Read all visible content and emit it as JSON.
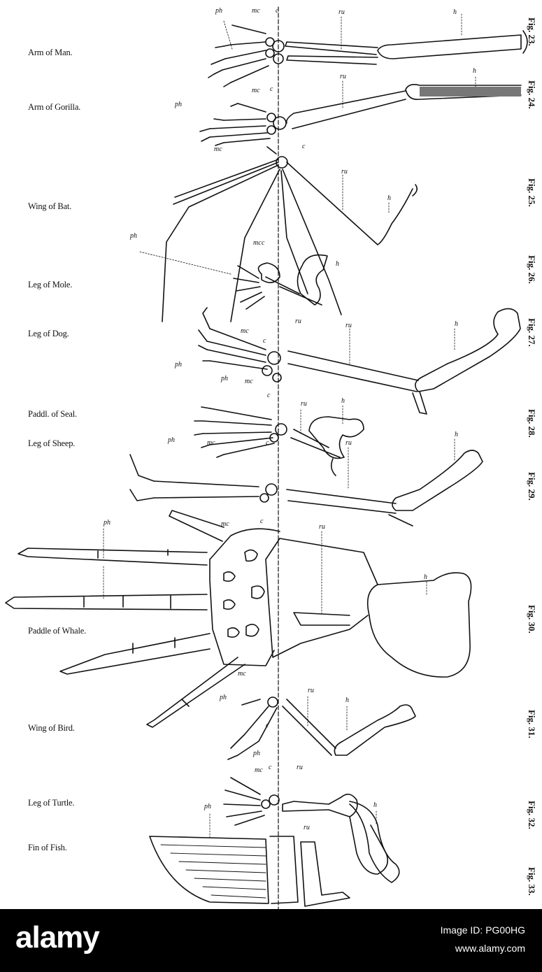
{
  "labels": {
    "arm_man": "Arm of Man.",
    "arm_gorilla": "Arm of Gorilla.",
    "wing_bat": "Wing of Bat.",
    "leg_mole": "Leg of Mole.",
    "leg_dog": "Leg of Dog.",
    "paddle_seal": "Paddl. of Seal.",
    "leg_sheep": "Leg of Sheep.",
    "paddle_whale": "Paddle of Whale.",
    "wing_bird": "Wing of Bird.",
    "leg_turtle": "Leg of Turtle.",
    "fin_fish": "Fin of Fish."
  },
  "figures": [
    "Fig. 23.",
    "Fig. 24.",
    "Fig. 25.",
    "Fig. 26.",
    "Fig. 27.",
    "Fig. 28.",
    "Fig. 29.",
    "Fig. 30.",
    "Fig. 31.",
    "Fig. 32.",
    "Fig. 33."
  ],
  "bone_letters": {
    "humerus": "h",
    "radius_ulna": "ru",
    "carpus": "c",
    "metacarpus": "mc",
    "phalanges": "ph"
  },
  "footer": {
    "logo": "alamy",
    "image_id": "Image ID: PG00HG",
    "url": "www.alamy.com"
  }
}
